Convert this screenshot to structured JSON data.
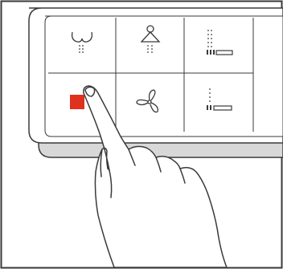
{
  "colors": {
    "stroke": "#3a3a3a",
    "panel_fill": "#ffffff",
    "panel_base": "#d8d8d8",
    "stop_red": "#e0301e",
    "background": "#ffffff"
  },
  "panel": {
    "buttons": [
      {
        "id": "posterior-wash",
        "icon": "posterior-wash-icon",
        "row": 1,
        "col": 1
      },
      {
        "id": "feminine-wash",
        "icon": "feminine-wash-icon",
        "row": 1,
        "col": 2
      },
      {
        "id": "wash-pressure",
        "icon": "water-pressure-level-icon",
        "row": 1,
        "col": 3
      },
      {
        "id": "stop",
        "icon": "stop-icon",
        "row": 2,
        "col": 1
      },
      {
        "id": "dryer",
        "icon": "fan-dryer-icon",
        "row": 2,
        "col": 2
      },
      {
        "id": "wash-position",
        "icon": "nozzle-position-icon",
        "row": 2,
        "col": 3
      }
    ],
    "pressed_button": "stop"
  },
  "hand": {
    "icon": "pointing-hand-icon",
    "action": "press"
  }
}
